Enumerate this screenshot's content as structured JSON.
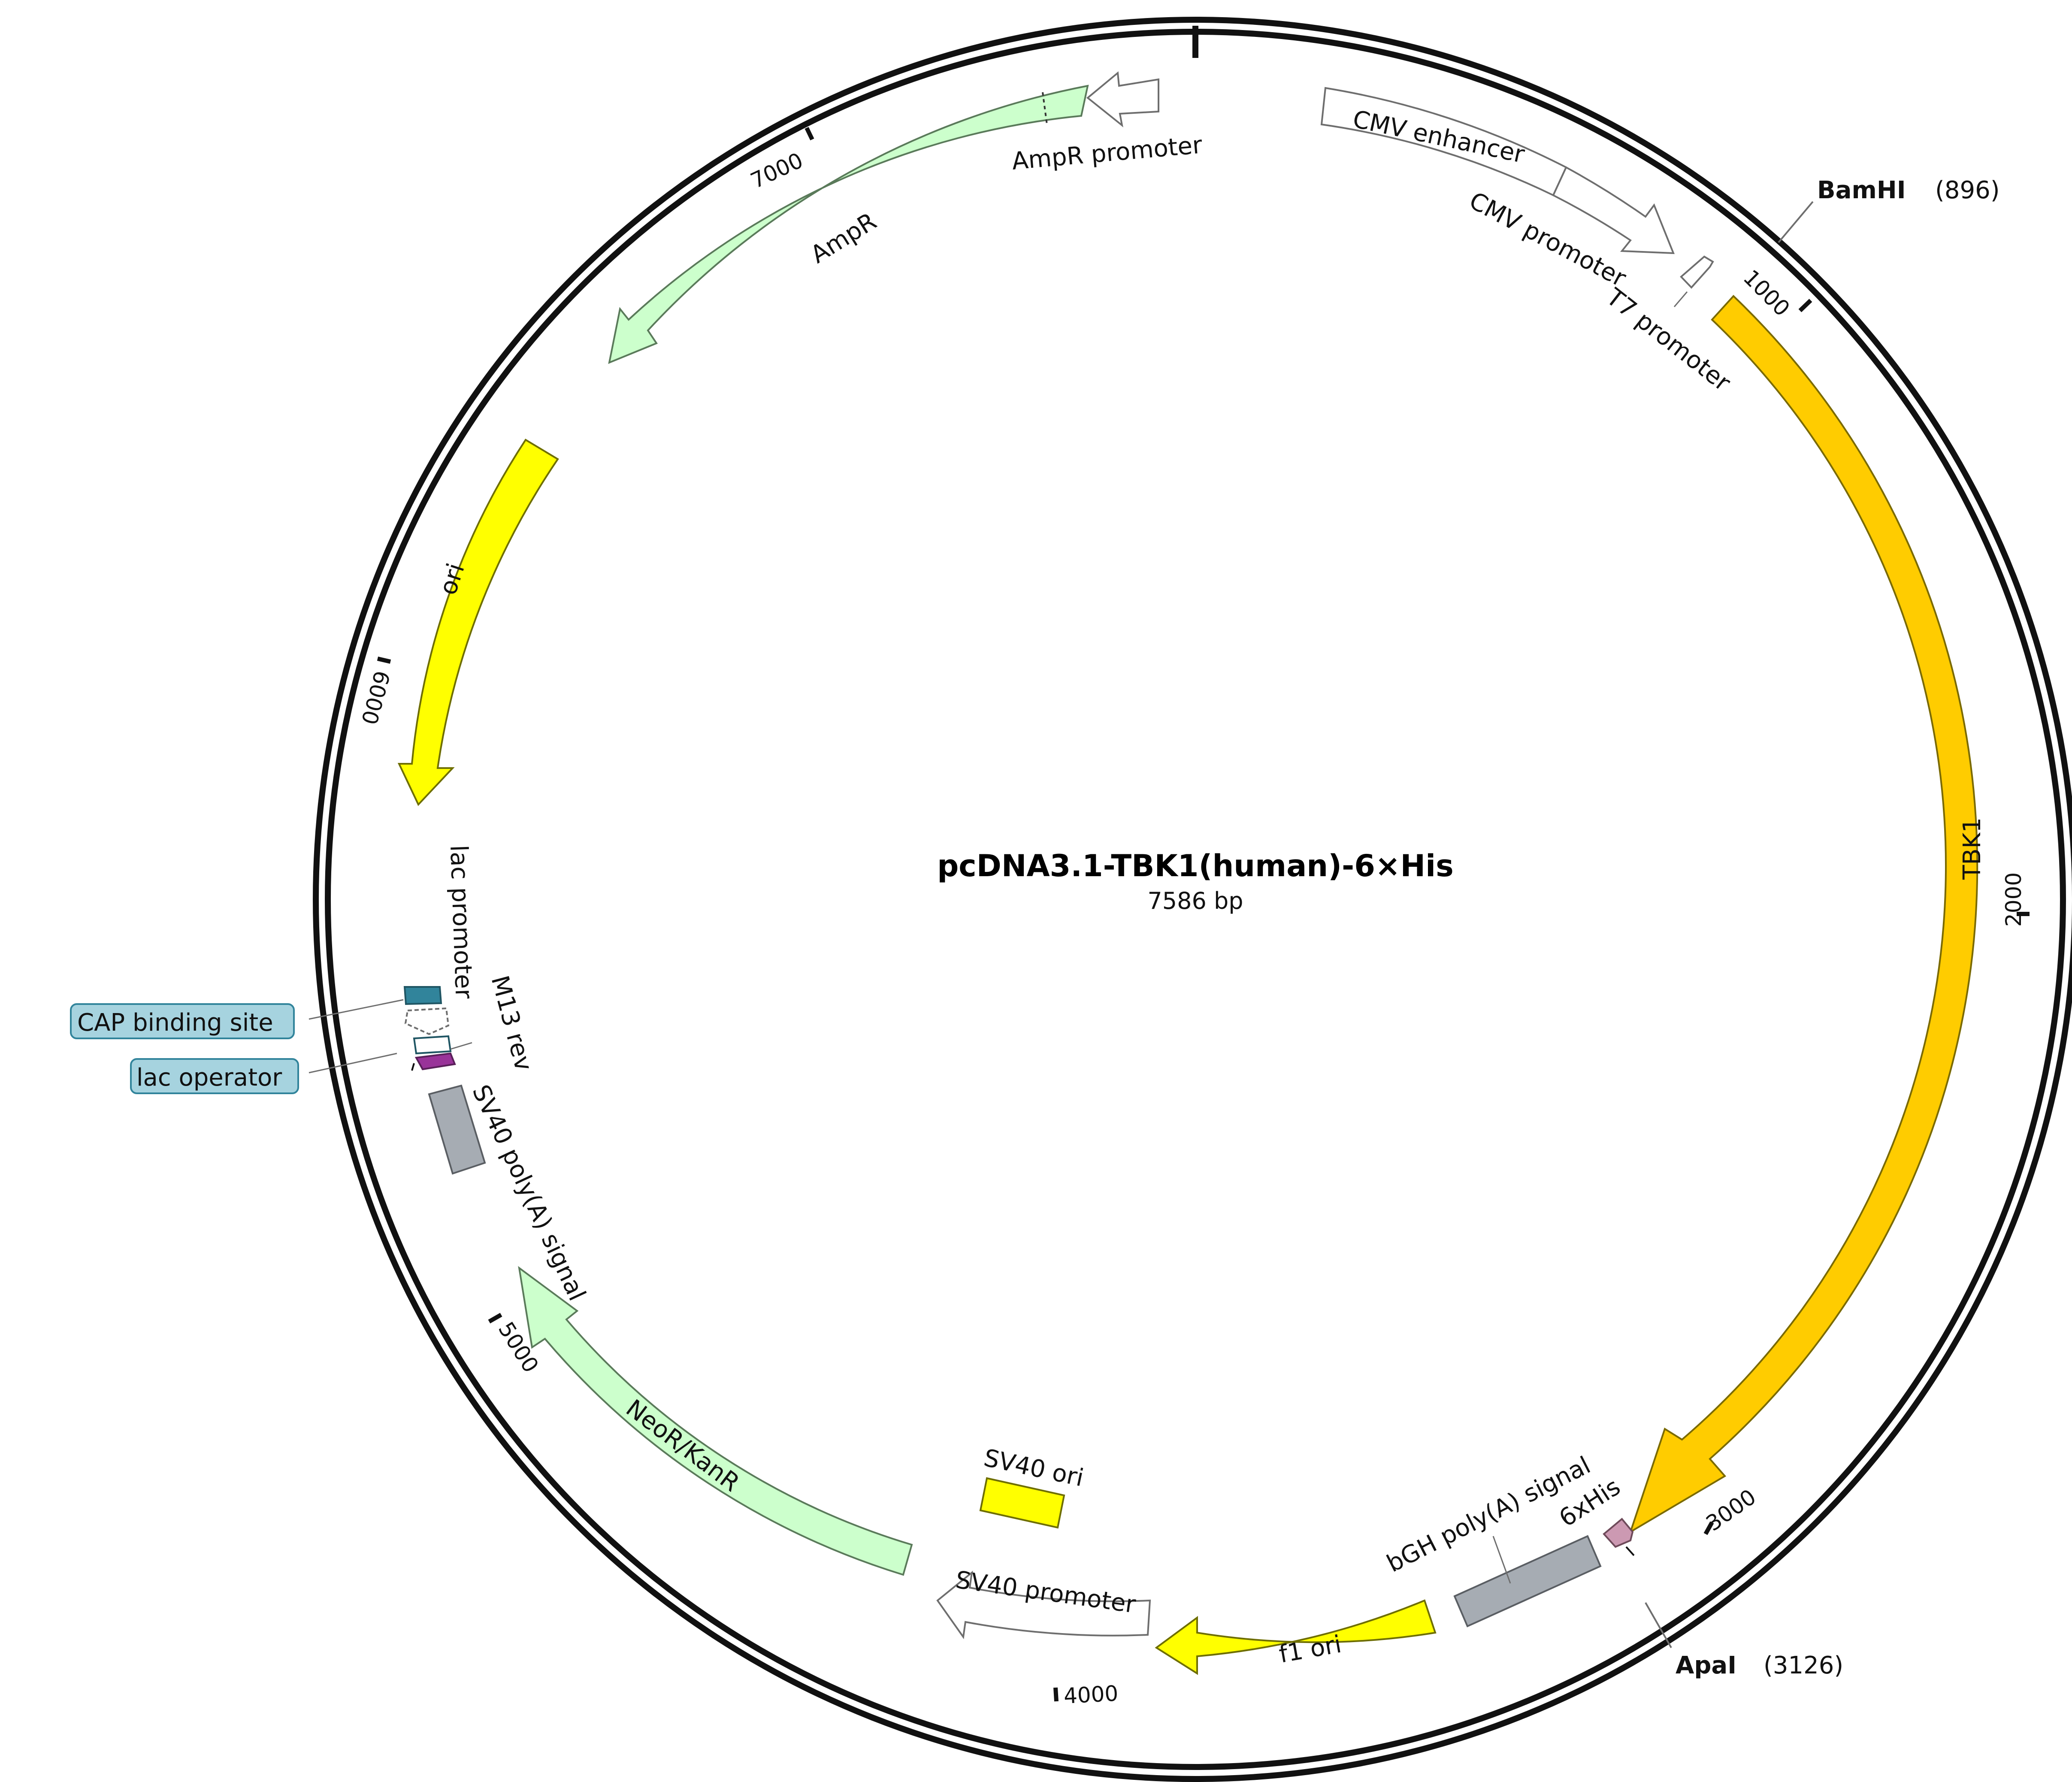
{
  "title": "pcDNA3.1-TBK1(human)-6×His",
  "length_label": "7586 bp",
  "total_bp": 7586,
  "ticks": [
    {
      "bp": 1000,
      "label": "1000"
    },
    {
      "bp": 2000,
      "label": "2000"
    },
    {
      "bp": 3000,
      "label": "3000"
    },
    {
      "bp": 4000,
      "label": "4000"
    },
    {
      "bp": 5000,
      "label": "5000"
    },
    {
      "bp": 6000,
      "label": "6000"
    },
    {
      "bp": 7000,
      "label": "7000"
    }
  ],
  "sites": [
    {
      "name": "BamHI",
      "pos_label": "(896)"
    },
    {
      "name": "ApaI",
      "pos_label": "(3126)"
    }
  ],
  "features": [
    {
      "id": "cmv-enhancer",
      "label": "CMV enhancer",
      "color": "#ffffff"
    },
    {
      "id": "cmv-promoter",
      "label": "CMV promoter",
      "color": "#ffffff"
    },
    {
      "id": "t7-promoter",
      "label": "T7 promoter",
      "color": "#ffffff"
    },
    {
      "id": "tbk1",
      "label": "TBK1",
      "color": "#ffcc00"
    },
    {
      "id": "his-tag",
      "label": "6xHis",
      "color": "#cc99b2"
    },
    {
      "id": "bgh-polya",
      "label": "bGH poly(A) signal",
      "color": "#a6acb3"
    },
    {
      "id": "f1-ori",
      "label": "f1 ori",
      "color": "#ffff00"
    },
    {
      "id": "sv40-promoter",
      "label": "SV40 promoter",
      "color": "#ffffff"
    },
    {
      "id": "sv40-ori",
      "label": "SV40 ori",
      "color": "#ffff00"
    },
    {
      "id": "neor-kanr",
      "label": "NeoR/KanR",
      "color": "#ccffcc"
    },
    {
      "id": "sv40-polya",
      "label": "SV40 poly(A) signal",
      "color": "#a6acb3"
    },
    {
      "id": "m13-rev",
      "label": "M13 rev",
      "color": "#ffffff"
    },
    {
      "id": "lac-operator",
      "label": "lac operator",
      "color": "#993399"
    },
    {
      "id": "lac-promoter",
      "label": "lac promoter",
      "color": "#ffffff"
    },
    {
      "id": "cap-binding-site",
      "label": "CAP binding site",
      "color": "#31849b"
    },
    {
      "id": "ori",
      "label": "ori",
      "color": "#ffff00"
    },
    {
      "id": "ampr",
      "label": "AmpR",
      "color": "#ccffcc"
    },
    {
      "id": "ampr-promoter",
      "label": "AmpR promoter",
      "color": "#ffffff"
    }
  ],
  "callout_color": "#a6d3df"
}
